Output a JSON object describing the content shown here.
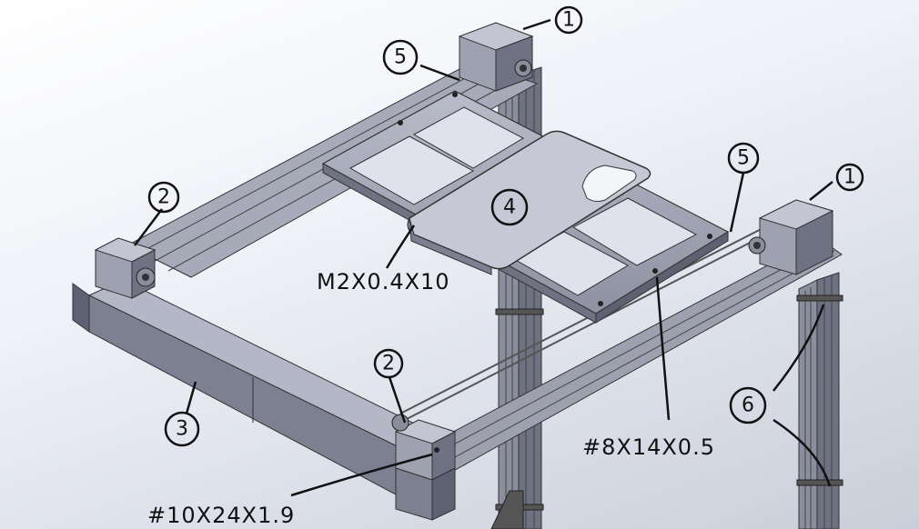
{
  "diagram": {
    "callouts": {
      "c1_top": "1",
      "c1_right": "1",
      "c2_left": "2",
      "c2_bottom": "2",
      "c3": "3",
      "c4": "4",
      "c5_top": "5",
      "c5_right": "5",
      "c6": "6"
    },
    "dimension_labels": {
      "m2": "M2X0.4X10",
      "n8": "#8X14X0.5",
      "n10": "#10X24X1.9"
    }
  }
}
